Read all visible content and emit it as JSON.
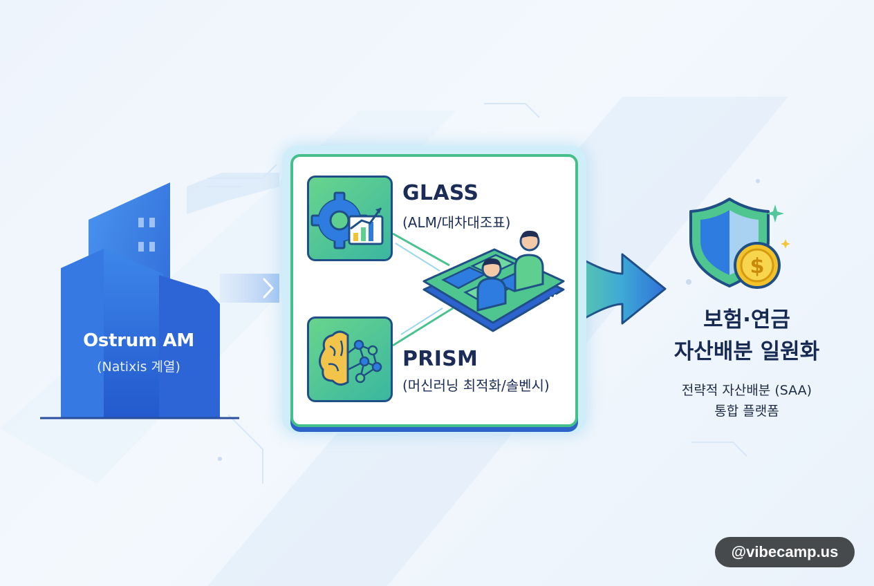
{
  "source": {
    "title": "Ostrum AM",
    "subtitle": "(Natixis 계열)"
  },
  "platform": {
    "modules": [
      {
        "name": "GLASS",
        "description": "(ALM/대차대조표)",
        "icon": "gear-chart-icon"
      },
      {
        "name": "PRISM",
        "description": "(머신러닝 최적화/솔벤시)",
        "icon": "brain-network-icon"
      }
    ],
    "center_icon": "collaboration-platform-icon"
  },
  "result": {
    "title_line1": "보험·연금",
    "title_line2": "자산배분 일원화",
    "subtitle_line1": "전략적 자산배분 (SAA)",
    "subtitle_line2": "통합 플랫폼",
    "icon": "shield-coin-icon"
  },
  "watermark": "@vibecamp.us",
  "colors": {
    "building_blue": "#2f6fe0",
    "tile_green": "#4fc58f",
    "frame_green": "#46c08a",
    "navy_text": "#1b2d57",
    "coin_gold": "#f3c228"
  }
}
